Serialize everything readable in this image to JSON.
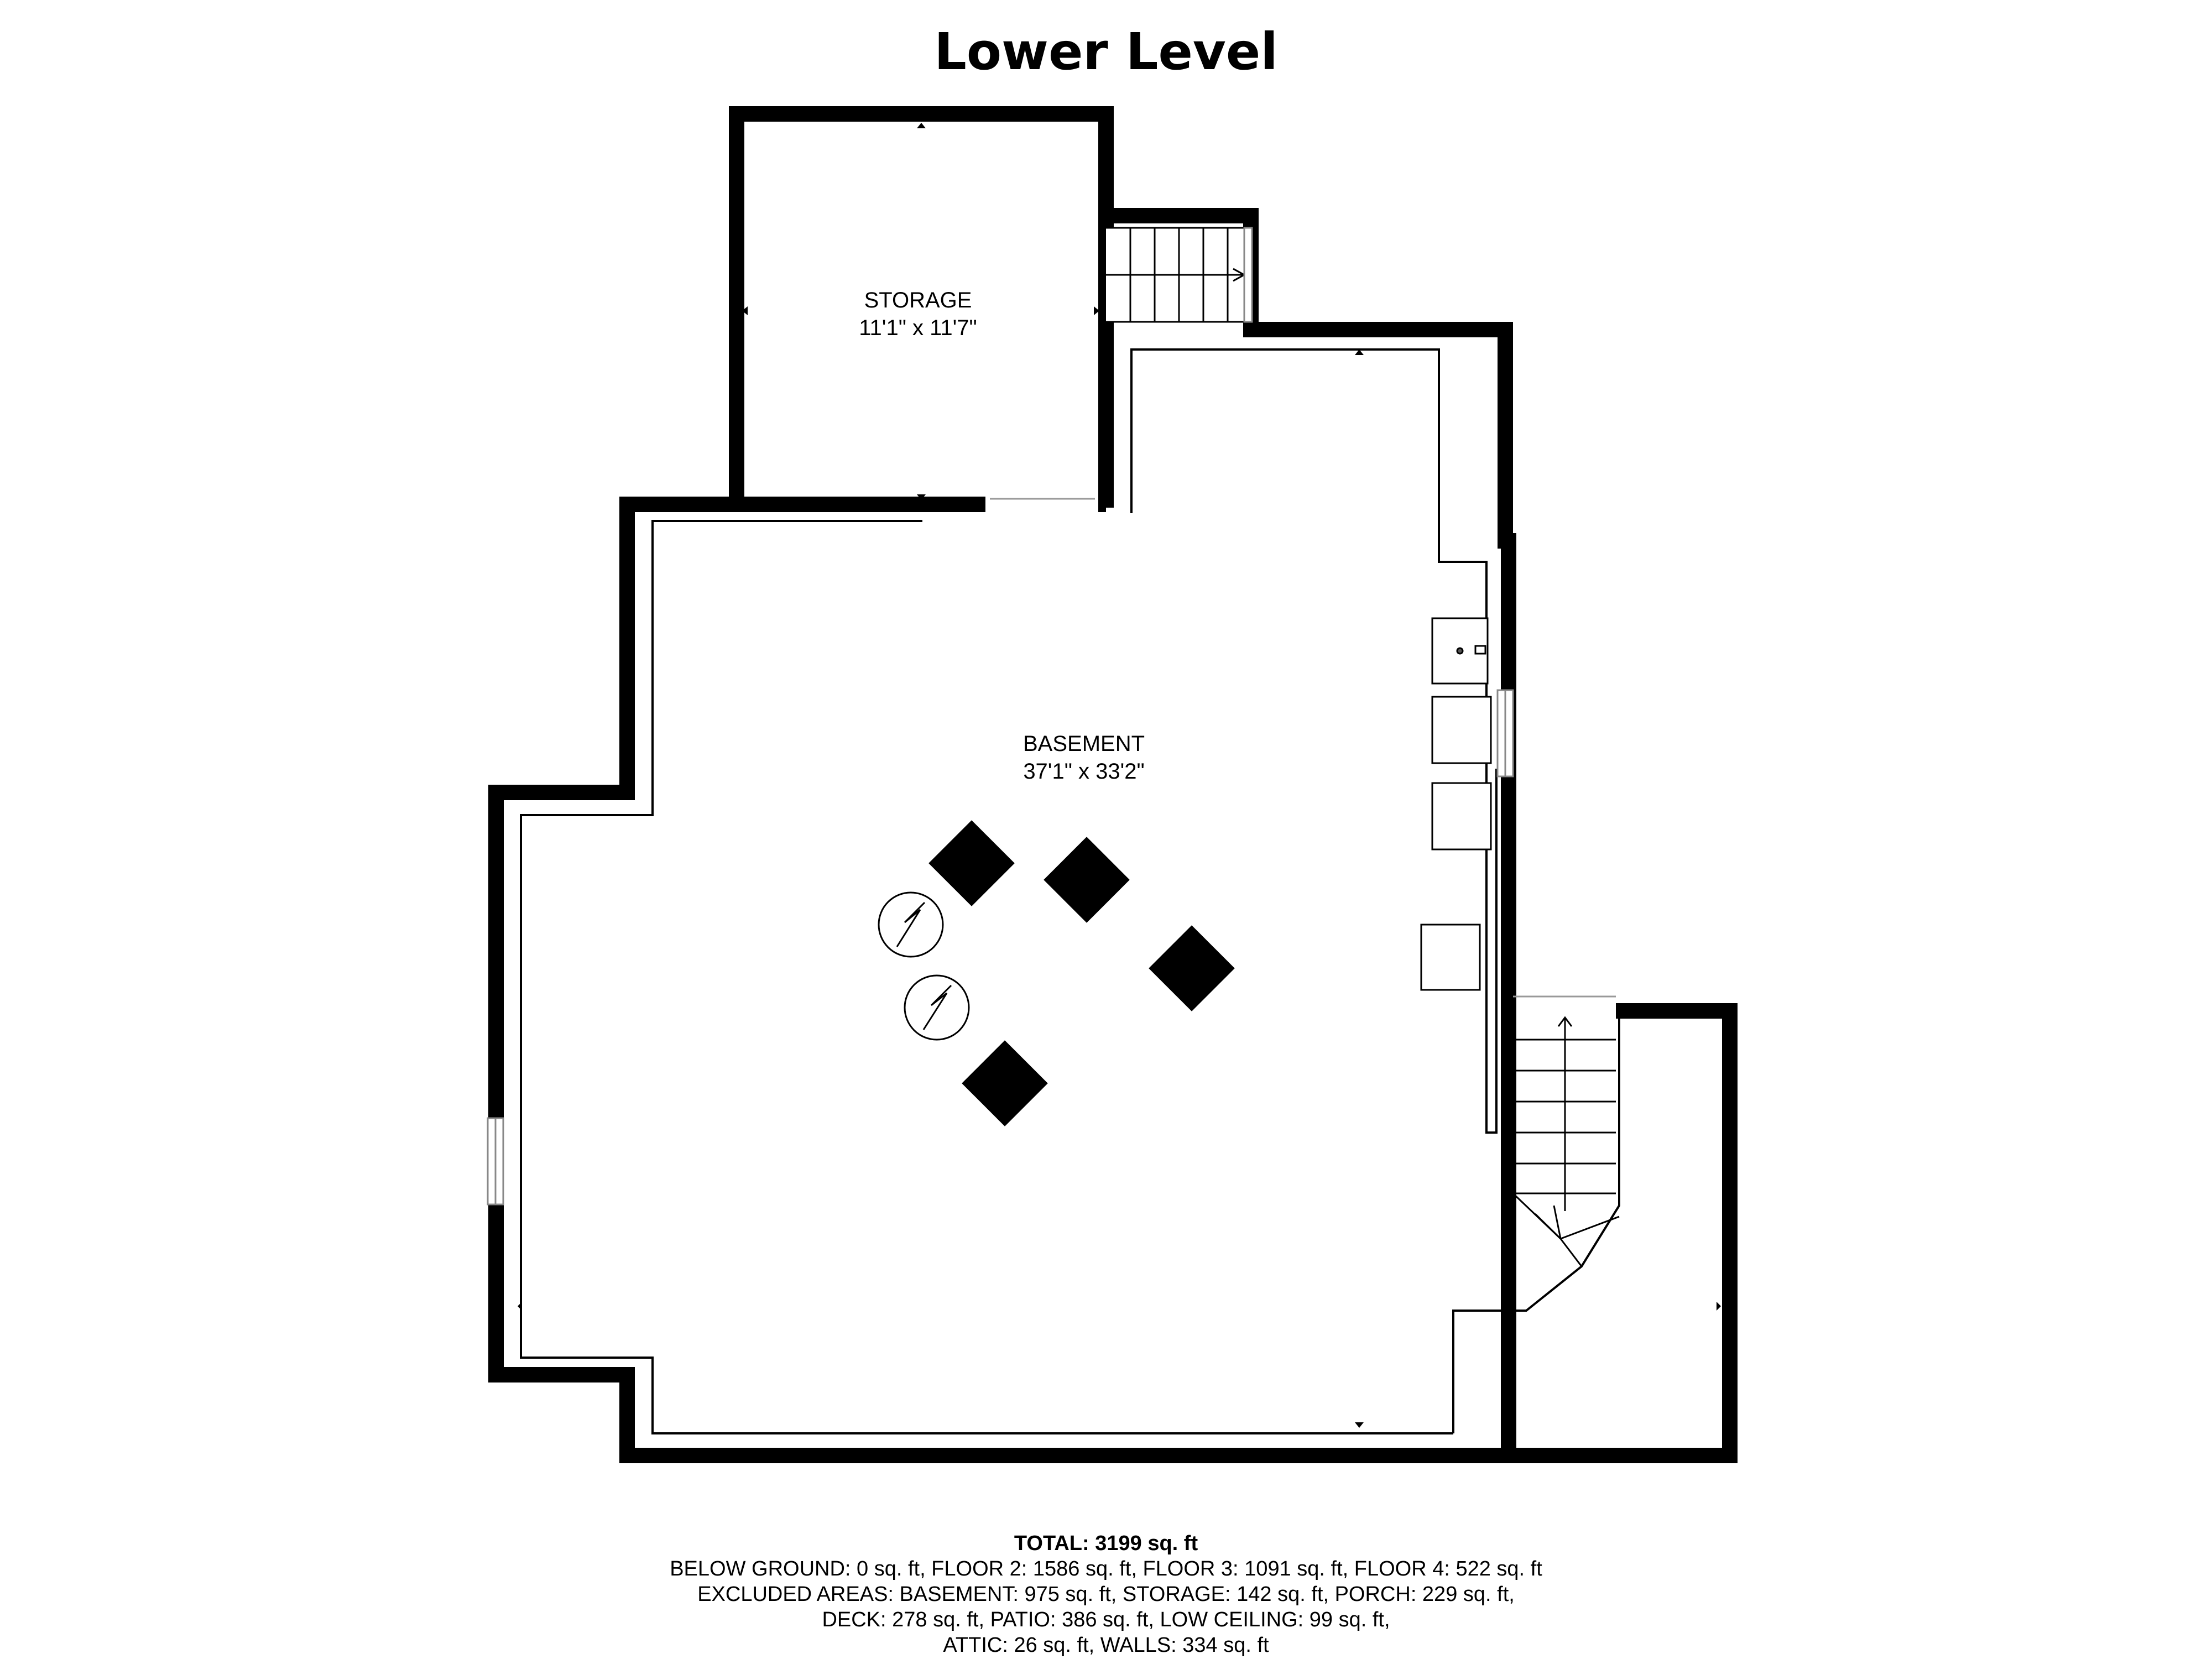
{
  "title": "Lower Level",
  "rooms": {
    "storage": {
      "name": "STORAGE",
      "dims": "11'1\" x 11'7\""
    },
    "basement": {
      "name": "BASEMENT",
      "dims": "37'1\" x 33'2\""
    }
  },
  "footer": {
    "total": "TOTAL: 3199 sq. ft",
    "line1": "BELOW GROUND: 0 sq. ft, FLOOR 2: 1586 sq. ft, FLOOR 3: 1091 sq. ft, FLOOR 4: 522 sq. ft",
    "line2": "EXCLUDED AREAS: BASEMENT: 975 sq. ft, STORAGE: 142 sq. ft, PORCH: 229 sq. ft,",
    "line3": "DECK: 278 sq. ft, PATIO: 386 sq. ft, LOW CEILING: 99 sq. ft,",
    "line4": "ATTIC: 26 sq. ft, WALLS: 334 sq. ft"
  },
  "colors": {
    "wall": "#000000",
    "background": "#ffffff",
    "window": "#bbbbbb"
  }
}
